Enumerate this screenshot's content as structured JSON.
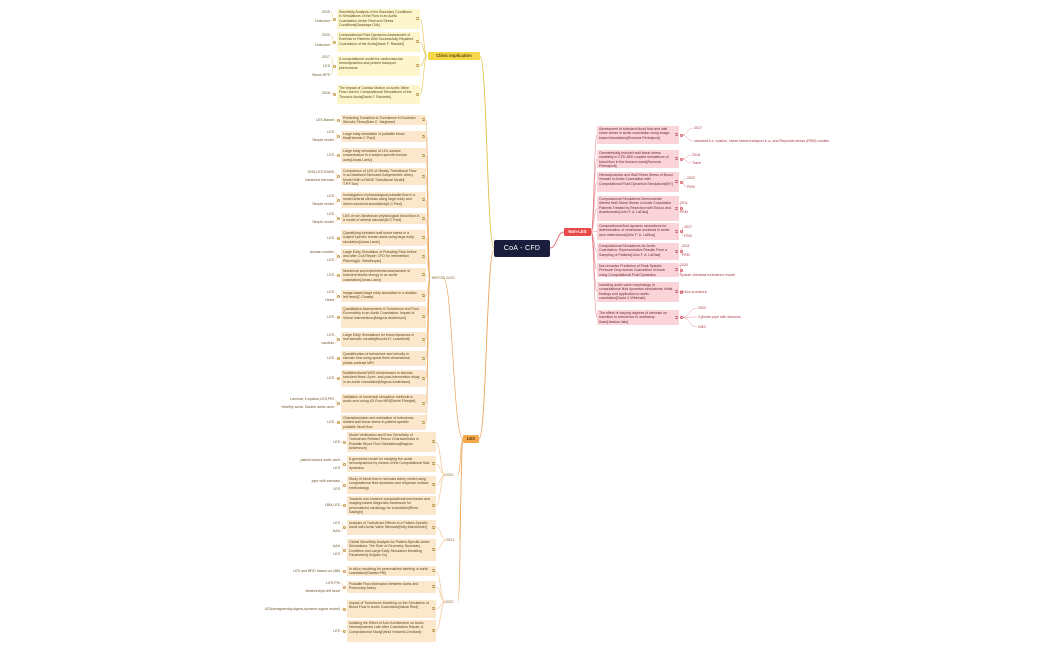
{
  "root": {
    "label": "CoA - CFD"
  },
  "branches": {
    "clinic": {
      "label": "Clinic implication"
    },
    "les": {
      "label": "LES"
    },
    "nonles": {
      "label": "Non-LES"
    }
  },
  "les_groups": {
    "before2020": "BEFOR 2020",
    "y2020": "2020",
    "y2021": "2021",
    "y2022": "2022"
  },
  "colors": {
    "root": "#1a1d3b",
    "clinic": "#f7d74a",
    "les": "#f6a84c",
    "nonles": "#e94a4a"
  },
  "link_icon": "external-link-icon",
  "clinic_items": [
    {
      "text": "Sensitivity Analysis of the Boundary Conditions in Simulations of the Flow in an Aortic Coarctation Under Rest and Stress Conditions[Sarpkaya Gök]",
      "tags": [
        "2015",
        "Unknown"
      ]
    },
    {
      "text": "Computational Fluid Dynamics Assessment of Exercise in Patients With Successfully Repaired Coarctation of the Aorta[Jason F. Randall]",
      "tags": [
        "2020",
        "Unknown"
      ]
    },
    {
      "text": "A computational model for cardiovascular hemodynamics and protein transport phenomena",
      "tags": [
        "2017",
        "LES",
        "Blood-RPS"
      ]
    },
    {
      "text": "The Impact of Cardiac Motion on Aortic Valve Flow Used in Computational Simulations of the Thoracic Aorta[David F. Radovits]",
      "tags": [
        "2016"
      ]
    }
  ],
  "les_items": [
    {
      "text": "Predicting Transition to Turbulence in Eccentric Stenotic Flows[Sam C. Varghese]",
      "tags": [
        "LES,Based"
      ]
    },
    {
      "text": "Large eddy simulation of pulsatile blood flow[Hannah C Paul]",
      "tags": [
        "LES",
        "Simple model"
      ]
    },
    {
      "text": "Large eddy simulation of LDL surface concentration in a subject specific human aorta[Jonas Lantz]",
      "tags": [
        "LES"
      ]
    },
    {
      "text": "Comparison of LES of Steady Transitional Flow in an Idealized Stenosed Axisymmetric Artery Model With a RANS Transitional Model[ T.P.F.Tan]",
      "tags": [
        "DNS,LES,RANS",
        "Idealized stenosis"
      ]
    },
    {
      "text": "Investigation of physiological pulsatile flow in a model arterial stenosis using large-eddy and direct numerical simulations[A.C.Paul]",
      "tags": [
        "LES",
        "Simple model"
      ]
    },
    {
      "text": "LES of non-Newtonian physiological blood flow in a model of arterial stenosis[M.C.Paul]",
      "tags": [
        "LES",
        "Simple model"
      ]
    },
    {
      "text": "Quantifying turbulent wall shear stress in a subject specific human aorta using large eddy simulation[Jonas Lantz]",
      "tags": [
        "LES"
      ]
    },
    {
      "text": "Large Eddy Simulation of Pulsating Flow before and after CoA Repair: CFD for Intervention Planning[A. Vahidhoyan]",
      "tags": [
        "domain models",
        "LES"
      ]
    },
    {
      "text": "Numerical and experimental assessment of turbulent kinetic energy in an aortic coarctation[Jonas Lantz]",
      "tags": [
        "LES"
      ]
    },
    {
      "text": "Image-based large eddy simulation in a realistic left heart[C.Chnafa]",
      "tags": [
        "LES",
        "Heart"
      ]
    },
    {
      "text": "Quantitative Assessment of Turbulence and Flow Eccentricity in an Aortic Coarctation: Impact of Virtual Interventions[Magnus Andersson]",
      "tags": [
        "LES"
      ]
    },
    {
      "text": "Large Eddy Simulations for blood dynamics in real stenotic carotids[Bozzini R. Lancellotti]",
      "tags": [
        "LES",
        "carotids"
      ]
    },
    {
      "text": "Quantification of turbulence and velocity in stenotic flow using spiral three-dimensional phase-contrast MRI",
      "tags": [
        "LES"
      ]
    },
    {
      "text": "Multidirectional WSS disturbances in stenotic turbulent flows: A pre- and post-intervention study in an aortic coarctation[Magnus Andersson]",
      "tags": [
        "LES"
      ]
    },
    {
      "text": "Validation of numerical simulation methods in aortic arch using 4D Flow MRI[Dimitri Ffraujiet]",
      "tags": [
        "Laminar, k-epsilon,LES,PIR",
        "Healthy aorta, Double aortic arch"
      ]
    },
    {
      "text": "Characterization and estimation of turbulence-related wall shear stress in patient-specific pulsatile blood flow",
      "tags": [
        "LES"
      ]
    },
    {
      "text": "Model Verification and Error Sensitivity of Turbulence-Related Tensor Characteristics in Pulsatile Blood Flow Simulations[Magnus Andersson]",
      "tags": [
        "LES"
      ]
    },
    {
      "text": "A geometric model for studying the aortic hemodynamics by means of the Computational fluid dynamics",
      "tags": [
        "patient-based aortic arch",
        "LES"
      ]
    },
    {
      "text": "Study of blood flow in stenosis artery model using computational fluid dynamics and response surface methodology",
      "tags": [
        "pipe with stenosis",
        "LES"
      ]
    },
    {
      "text": "Towards non-invasive computational mechanics and imaging-based diagnostic framework for personalized cardiology for coarctation[Reza Sadeghi]",
      "tags": [
        "LBM,LES"
      ]
    },
    {
      "text": "Analysis of Turbulence Effects in a Patient-Specific Aorta with Aortic Valve Stenosis[Kelly Manchester]",
      "tags": [
        "LES",
        "AAA"
      ]
    },
    {
      "text": "Global Sensitivity Analysis for Patient-Specific Aortic Simulations: The Role of Geometry, Boundary Condition and Large Eddy Simulation Modeling Parameters[ Kuljaan Xu]",
      "tags": [
        "AAA",
        "LES"
      ]
    },
    {
      "text": "In silico modeling for personalized stenting in aortic coarctation[Gaetan Pitt]",
      "tags": [
        "LES and BRG based on LBM"
      ]
    },
    {
      "text": "Pulsatile Flow Interaction between Aorta and Pulmonary Artery",
      "tags": [
        "LES,PIV",
        "Idealized/pb-left heart"
      ]
    },
    {
      "text": "Impact of Turbulence Modeling on the Simulation of Blood Flow in Aortic Coarctation[Jakob Ried]",
      "tags": [
        "LES(smagorinsky,sigma,dynamic sigma model)"
      ]
    },
    {
      "text": "Isolating the Effect of Arch Architecture on Aortic Hemodynamics Late After Coarctation Repair: A Computational Study[Vahid Hosseini-Zmdhani]",
      "tags": [
        "LES"
      ]
    }
  ],
  "nonles_items": [
    {
      "text": "Assessment of turbulent blood flow and wall shear stress in aortic coarctation using image-based simulations[Romona Perinajová]",
      "tags": [
        "2017",
        "standard k-ε, epsilon, shear stress transport k-ω, and Reynolds stress (RSM) models"
      ]
    },
    {
      "text": "Geometrically induced wall shear stress variability in CFD-MRI coupled simulations of blood flow in the thoracic aorta[Romona Perinajová]",
      "tags": [
        "2018",
        "Track"
      ]
    },
    {
      "text": "Hemodynamics and Wall Shear Stress of Blood Vessels in Aortic Coarctation with Computational Fluid Dynamics Simulations[MY]",
      "tags": [
        "2022",
        "FEM"
      ]
    },
    {
      "text": "Computational Simulations Demonstrate Altered Wall Shear Stress in Aortic Coarctation Patients Treated by Resection with End-to-end Anastomosis[John F. A. LaDisa]",
      "tags": [
        "2011",
        "FEM"
      ]
    },
    {
      "text": "Computational fluid dynamic simulations for determination of ventricular workload in aortic arch obstructions[John F. A. LaDisa]",
      "tags": [
        "2017",
        "FEM"
      ]
    },
    {
      "text": "Computational Simulations for Aortic Coarctation: Representative Results From a Sampling of Patients[John F. A. LaDisa]",
      "tags": [
        "2011",
        "FEM"
      ]
    },
    {
      "text": "Non-invasive Prediction of Peak Systolic Pressure Drop across Coarctation of Aorta using Computational Fluid Dynamics",
      "tags": [
        "2020",
        "Spalart-Allmaras turbulence model"
      ]
    },
    {
      "text": "Including aortic valve morphology in computational fluid dynamics simulations: initial findings and application to aortic coarctation[David C Whinhab]",
      "tags": [
        "FEM,k-w,mixture"
      ]
    },
    {
      "text": "The effect of varying degrees of stenosis on transition to turbulence in oscillatory flows[Jessica Jatu]",
      "tags": [
        "2022",
        "Cylinder pipe with stenosis",
        "DNS"
      ]
    }
  ]
}
